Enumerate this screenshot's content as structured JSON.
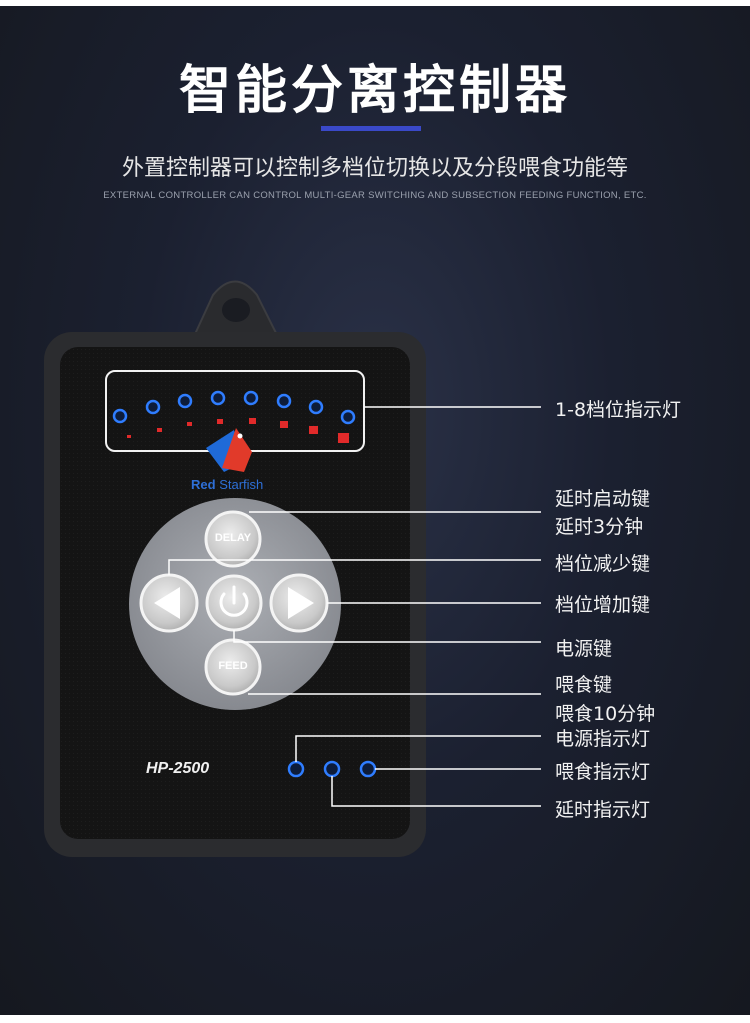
{
  "header": {
    "title": "智能分离控制器",
    "subtitle": "外置控制器可以控制多档位切换以及分段喂食功能等",
    "subtitle_en": "EXTERNAL CONTROLLER CAN CONTROL MULTI-GEAR SWITCHING AND SUBSECTION FEEDING FUNCTION, ETC."
  },
  "device": {
    "brand_red": "Red",
    "brand_starfish": "Starfish",
    "model": "HP-2500",
    "delay_button": "DELAY",
    "feed_button": "FEED"
  },
  "callouts": {
    "gear_leds": "1-8档位指示灯",
    "delay_start_1": "延时启动键",
    "delay_start_2": "延时3分钟",
    "gear_down": "档位减少键",
    "gear_up": "档位增加键",
    "power_key": "电源键",
    "feed_key_1": "喂食键",
    "feed_key_2": "喂食10分钟",
    "power_led": "电源指示灯",
    "feed_led": "喂食指示灯",
    "delay_led": "延时指示灯"
  },
  "colors": {
    "accent": "#3a49c8",
    "led_blue": "#2f7dff",
    "led_red": "#e12a2a"
  }
}
